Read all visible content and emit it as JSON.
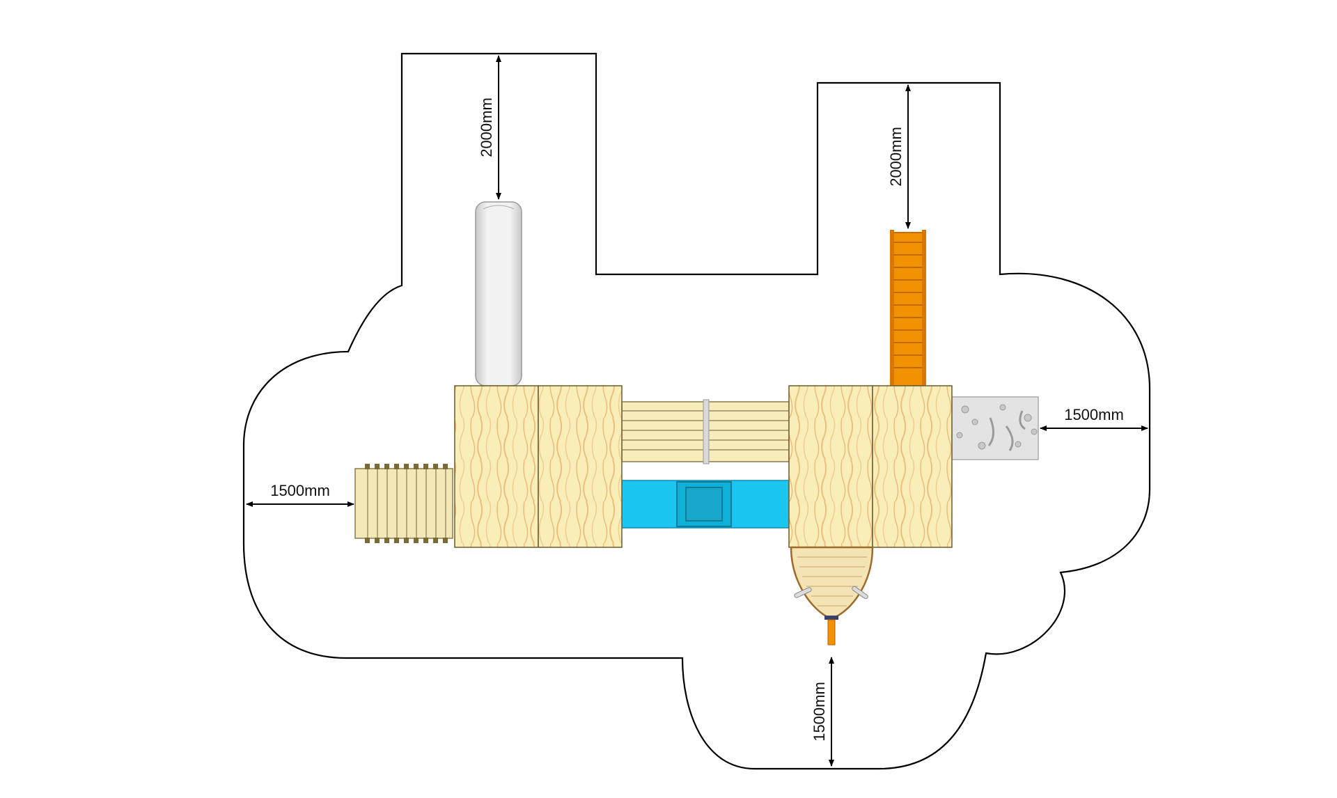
{
  "dimensions": {
    "slide_clearance": "2000mm",
    "ladder_clearance": "2000mm",
    "left_clearance": "1500mm",
    "right_clearance": "1500mm",
    "bottom_clearance": "1500mm"
  },
  "colors": {
    "outline": "#000000",
    "deck_wood": "#f9eeb8",
    "wood_grain": "#e8a860",
    "bridge_wood": "#f6ecbc",
    "tube_blue": "#1bc6f0",
    "tube_dark": "#0a8fb5",
    "slide_grey": "#dcdcdc",
    "ladder_orange": "#f39200",
    "climbing_wall": "#e3e3e3",
    "boat_brown": "#a06b2a"
  }
}
